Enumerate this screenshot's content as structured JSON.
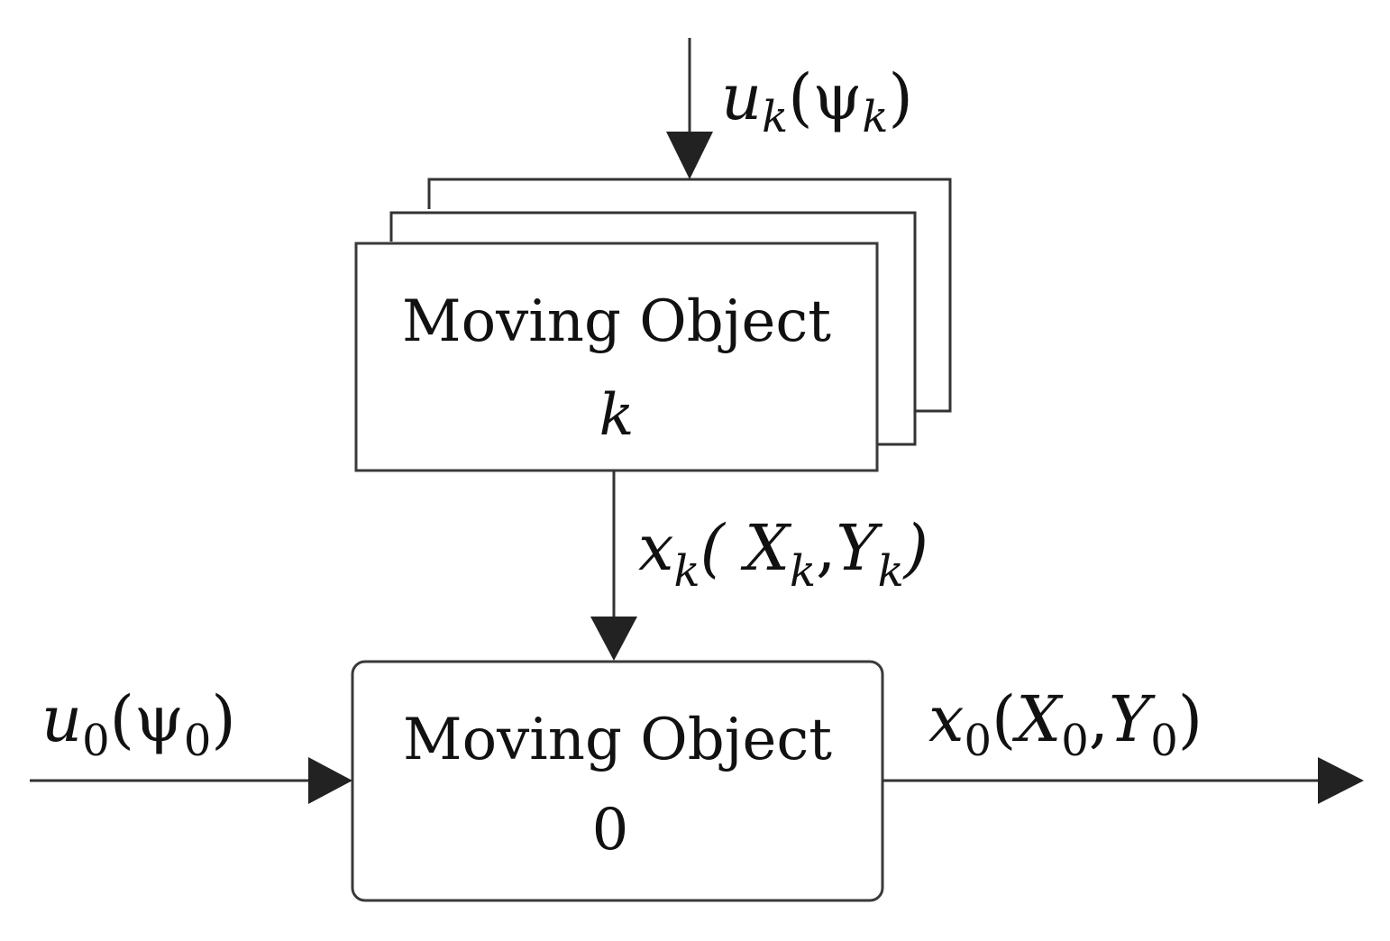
{
  "blocks": {
    "object_k": {
      "title": "Moving Object",
      "index": "k"
    },
    "object_0": {
      "title": "Moving Object",
      "index": "0"
    }
  },
  "signals": {
    "input_k": {
      "var": "u",
      "sub": "k",
      "open": "(",
      "arg": "ψ",
      "arg_sub": "k",
      "close": ")"
    },
    "state_k": {
      "var": "x",
      "sub": "k",
      "open": "( ",
      "arg1": "X",
      "arg1_sub": "k",
      "sep": ",",
      "arg2": "Y",
      "arg2_sub": "k",
      "close": ")"
    },
    "input_0": {
      "var": "u",
      "sub": "0",
      "open": "(",
      "arg": "ψ",
      "arg_sub": "0",
      "close": ")"
    },
    "state_0": {
      "var": "x",
      "sub": "0",
      "open": "(",
      "arg1": "X",
      "arg1_sub": "0",
      "sep": ",",
      "arg2": "Y",
      "arg2_sub": "0",
      "close": ")"
    }
  }
}
